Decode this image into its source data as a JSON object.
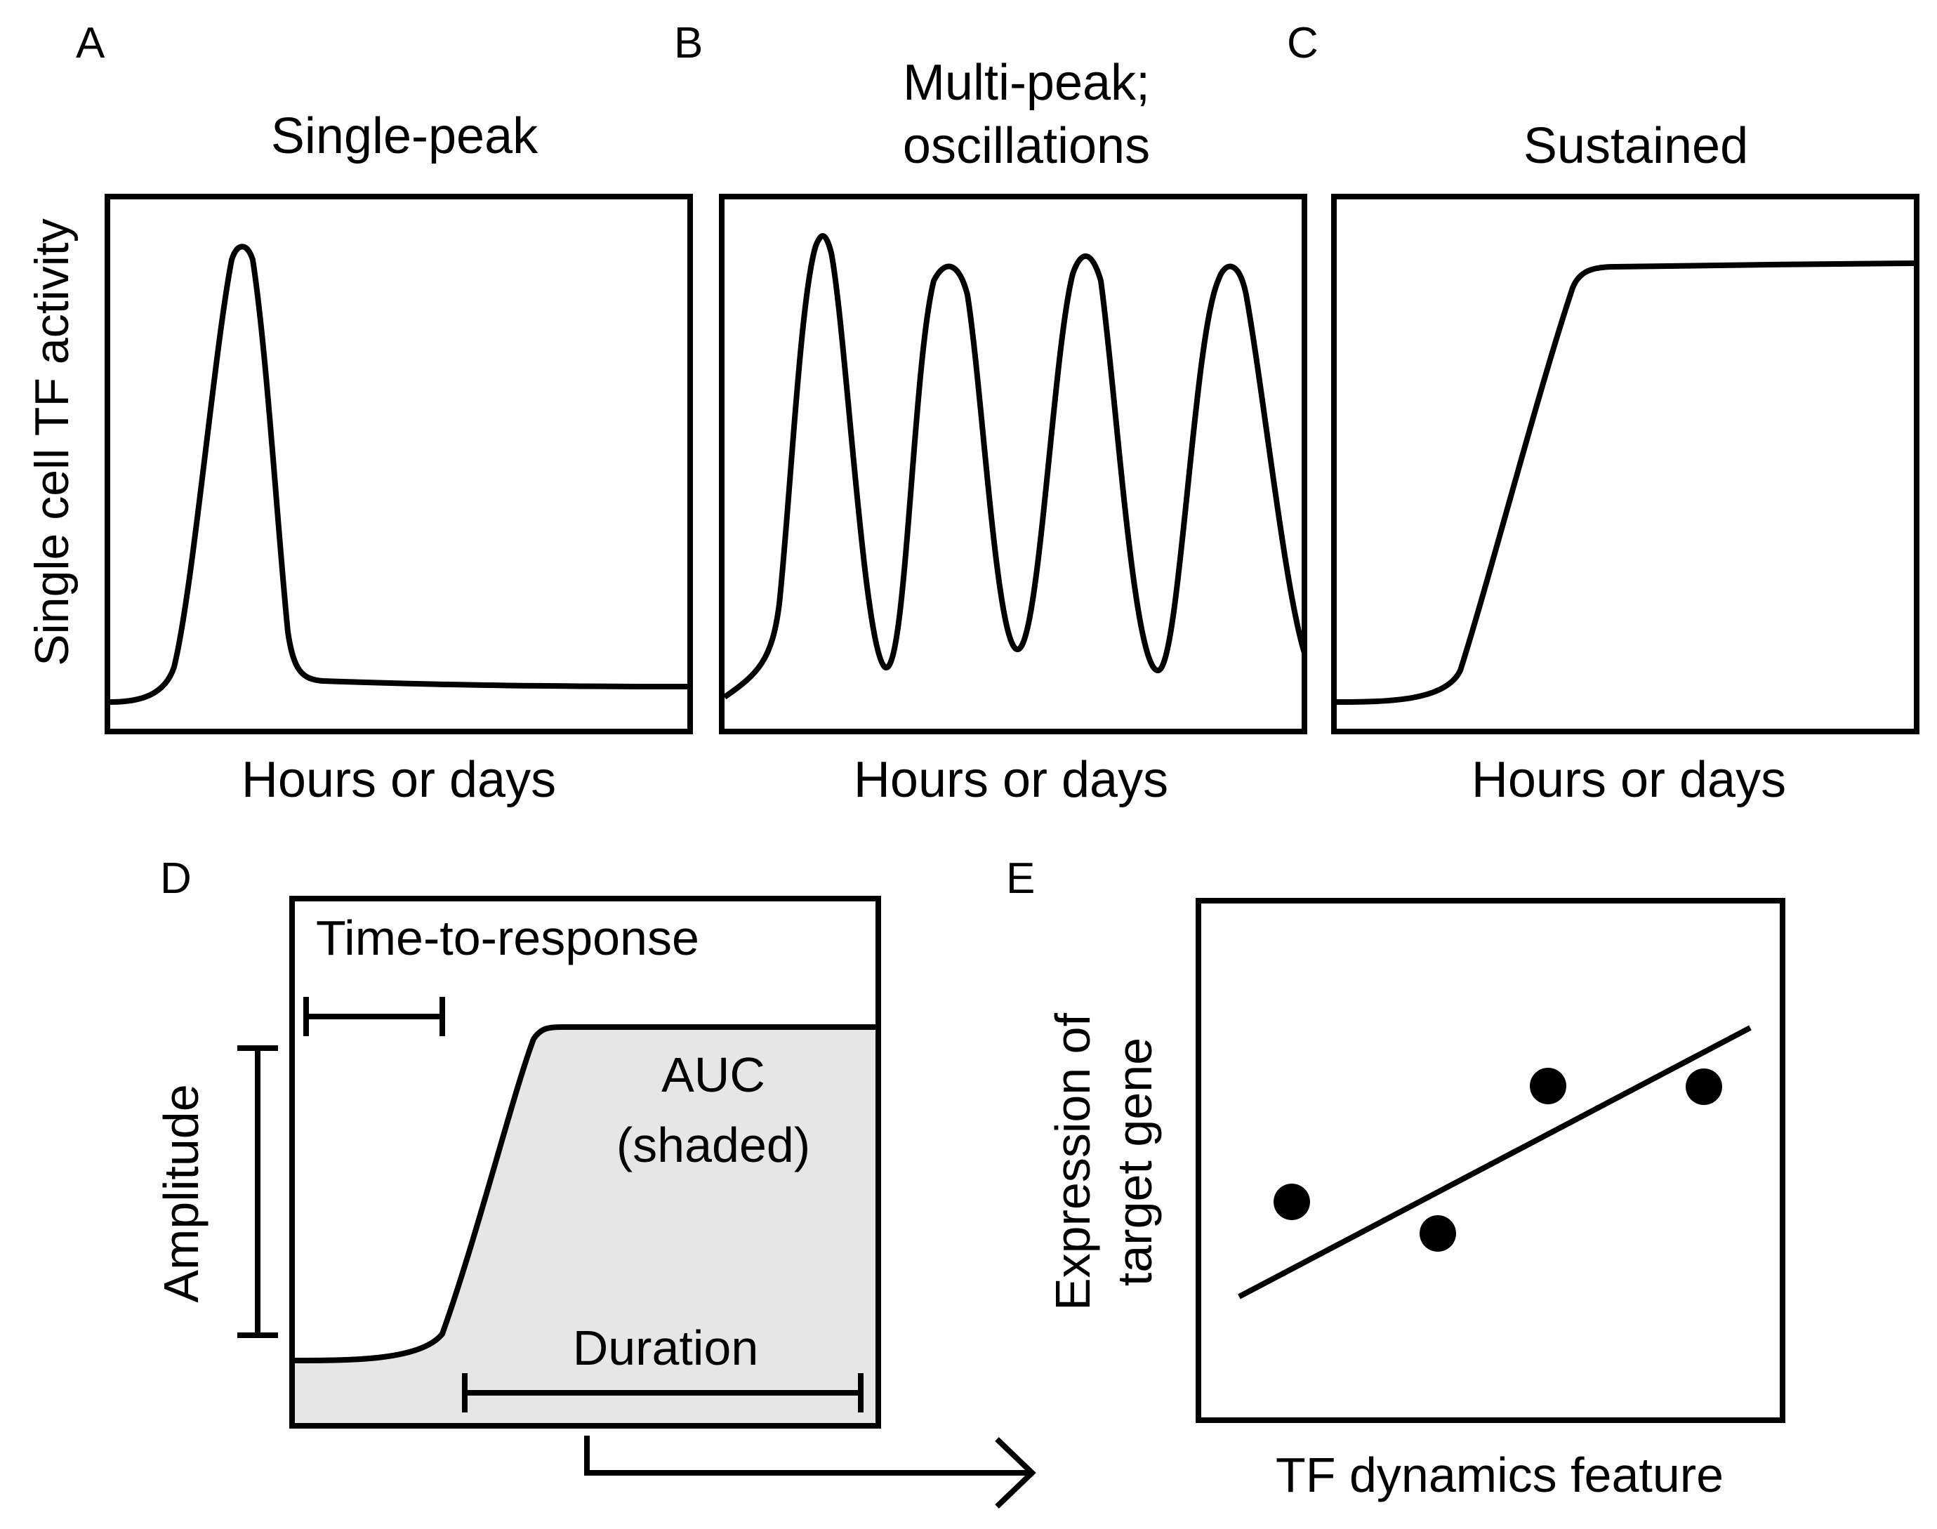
{
  "panels": {
    "a": {
      "letter": "A",
      "title": "Single-peak",
      "xlabel": "Hours or days"
    },
    "b": {
      "letter": "B",
      "title_line1": "Multi-peak;",
      "title_line2": "oscillations",
      "xlabel": "Hours or days"
    },
    "c": {
      "letter": "C",
      "title": "Sustained",
      "xlabel": "Hours or days"
    },
    "shared_ylabel": "Single cell TF activity",
    "d": {
      "letter": "D",
      "time_to_response": "Time-to-response",
      "amplitude": "Amplitude",
      "auc_line1": "AUC",
      "auc_line2": "(shaded)",
      "duration": "Duration"
    },
    "e": {
      "letter": "E",
      "ylabel_line1": "Expression of",
      "ylabel_line2": "target gene",
      "xlabel": "TF dynamics feature"
    }
  },
  "colors": {
    "line": "#000000",
    "auc_fill": "#e6e6e6",
    "background": "#ffffff"
  }
}
